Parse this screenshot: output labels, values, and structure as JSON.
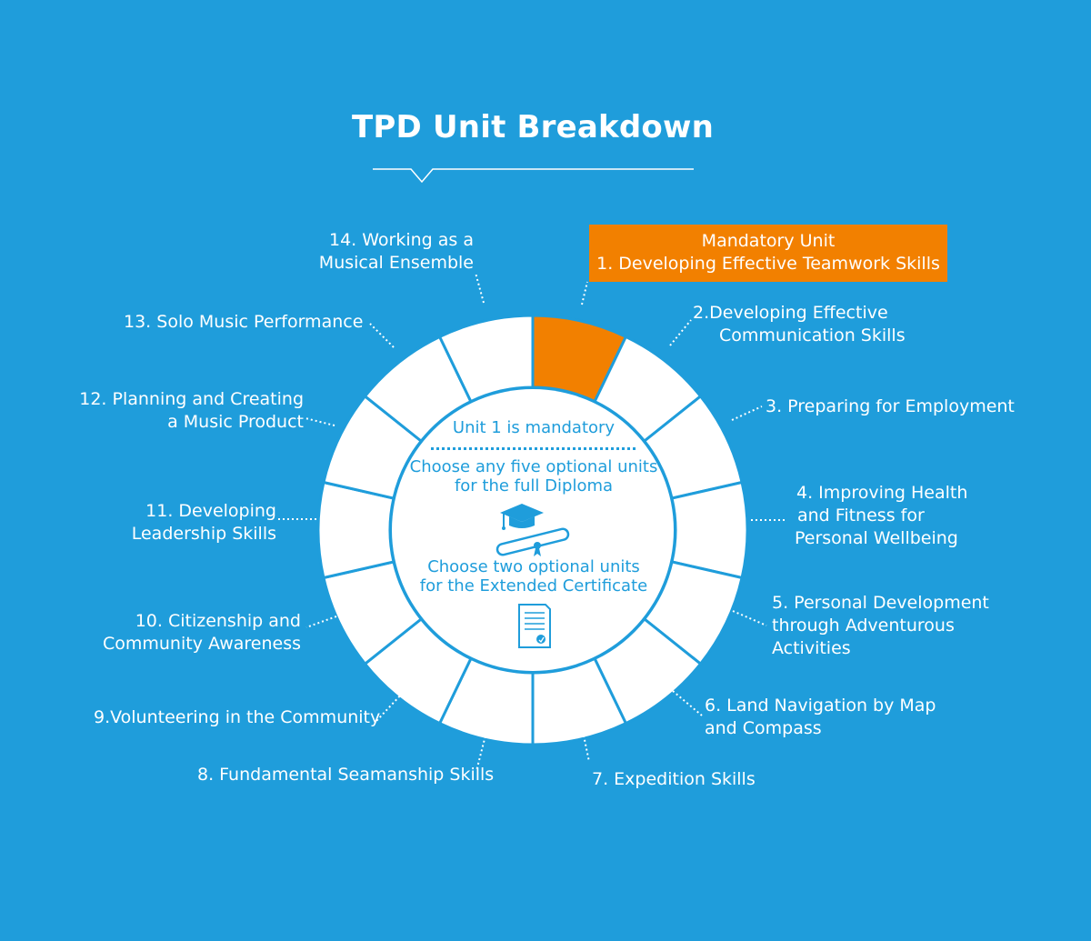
{
  "title": "TPD Unit Breakdown",
  "colors": {
    "background": "#1f9ddb",
    "segment": "#ffffff",
    "mandatory": "#f28000",
    "text": "#ffffff",
    "inner_text": "#1f9ddb"
  },
  "mandatory": {
    "heading": "Mandatory Unit",
    "unit": "1. Developing Effective Teamwork Skills"
  },
  "center": {
    "line1": "Unit 1 is mandatory",
    "diploma": [
      "Choose any five optional units",
      "for the full Diploma"
    ],
    "certificate": [
      "Choose two optional units",
      "for the Extended Certificate"
    ],
    "icons": [
      "graduation-cap-icon",
      "scroll-diploma-icon",
      "certificate-icon"
    ]
  },
  "units": [
    {
      "number": 1,
      "lines": [
        "1. Developing Effective Teamwork Skills"
      ],
      "mandatory": true
    },
    {
      "number": 2,
      "lines": [
        "2.Developing Effective",
        "Communication Skills"
      ]
    },
    {
      "number": 3,
      "lines": [
        "3. Preparing for Employment"
      ]
    },
    {
      "number": 4,
      "lines": [
        "4. Improving Health",
        "and Fitness for",
        "Personal Wellbeing"
      ]
    },
    {
      "number": 5,
      "lines": [
        "5. Personal Development",
        "through Adventurous",
        "Activities"
      ]
    },
    {
      "number": 6,
      "lines": [
        "6. Land Navigation by Map",
        "and Compass"
      ]
    },
    {
      "number": 7,
      "lines": [
        "7. Expedition Skills"
      ]
    },
    {
      "number": 8,
      "lines": [
        "8. Fundamental Seamanship Skills"
      ]
    },
    {
      "number": 9,
      "lines": [
        "9.Volunteering in the Community"
      ]
    },
    {
      "number": 10,
      "lines": [
        "10. Citizenship and",
        "Community Awareness"
      ]
    },
    {
      "number": 11,
      "lines": [
        "11. Developing",
        "Leadership Skills"
      ]
    },
    {
      "number": 12,
      "lines": [
        "12. Planning and Creating",
        "a Music Product"
      ]
    },
    {
      "number": 13,
      "lines": [
        "13. Solo Music Performance"
      ]
    },
    {
      "number": 14,
      "lines": [
        "14. Working as a",
        "Musical Ensemble"
      ]
    }
  ]
}
